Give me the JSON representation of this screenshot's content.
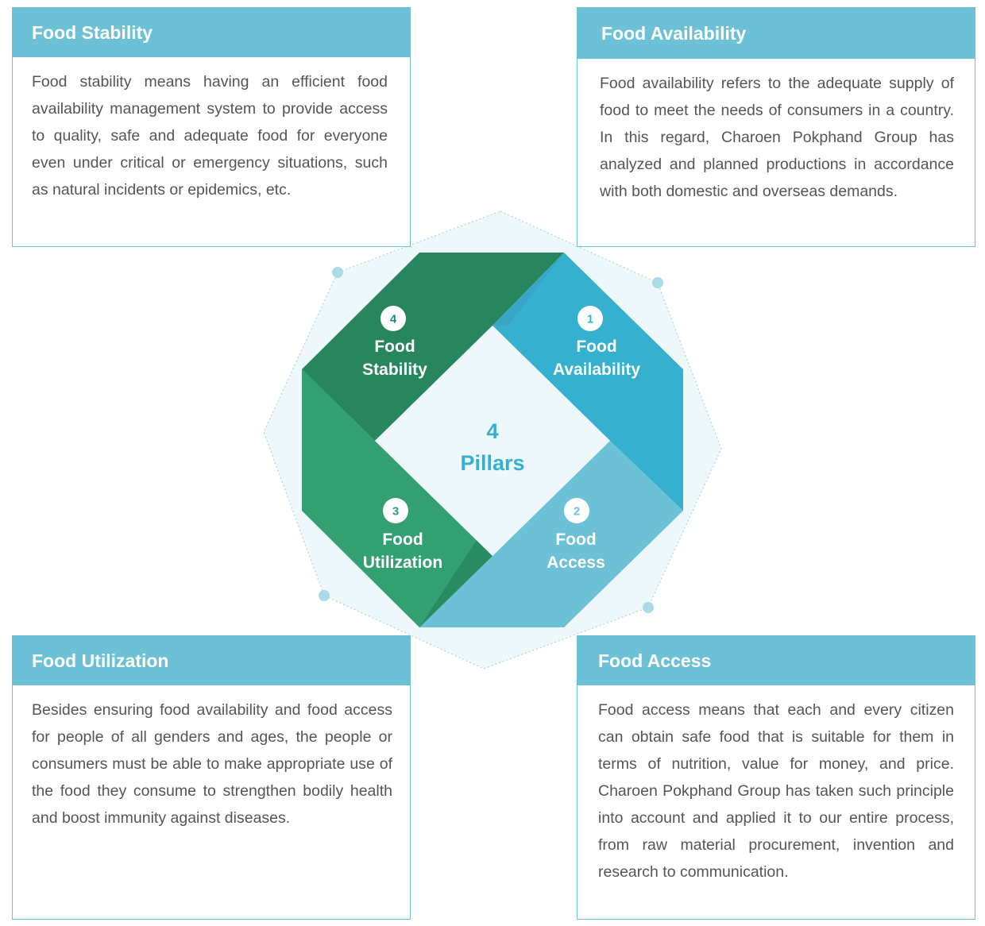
{
  "cards": {
    "stability": {
      "title": "Food Stability",
      "body": "Food stability means having an efficient food availability management system to provide access to quality, safe and adequate food for everyone even under critical or emergency situations, such as natural incidents or epidemics, etc."
    },
    "availability": {
      "title": "Food Availability",
      "body": "Food availability refers to the adequate supply of food to meet the needs of consumers in a country. In this regard, Charoen Pokphand Group has analyzed and planned productions in accordance with both domestic and overseas demands."
    },
    "utilization": {
      "title": "Food Utilization",
      "body": "Besides ensuring food availability and food access for people of all genders and ages, the people or consumers must be able to make appropriate use of the food they consume to strengthen bodily health and boost immunity against diseases."
    },
    "access": {
      "title": "Food Access",
      "body": "Food access means that each and every citizen can obtain safe food that is suitable for them in terms of nutrition, value for money, and price. Charoen Pokphand Group has taken such principle into account and applied it to our entire process, from raw material procurement, invention and research to communication."
    }
  },
  "diagram": {
    "center": {
      "line1": "4",
      "line2": "Pillars"
    },
    "pillars": {
      "availability": {
        "number": "1",
        "line1": "Food",
        "line2": "Availability"
      },
      "access": {
        "number": "2",
        "line1": "Food",
        "line2": "Access"
      },
      "utilization": {
        "number": "3",
        "line1": "Food",
        "line2": "Utilization"
      },
      "stability": {
        "number": "4",
        "line1": "Food",
        "line2": "Stability"
      }
    }
  },
  "colors": {
    "teal_light": "#6cc1d6",
    "cyan": "#35b1cf",
    "green_dark": "#27865e",
    "green": "#33a073",
    "octagon_fill": "#eef7f9"
  }
}
